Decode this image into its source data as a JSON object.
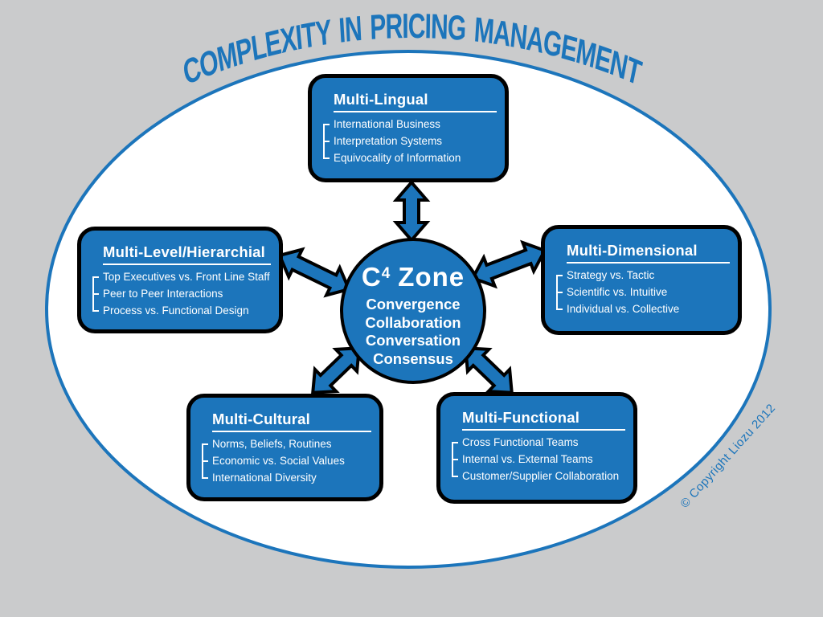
{
  "header": {
    "title": "COMPLEXITY IN PRICING MANAGEMENT"
  },
  "center": {
    "heading_base": "C",
    "heading_sup": "4",
    "heading_rest": "Zone",
    "items": [
      "Convergence",
      "Collaboration",
      "Conversation",
      "Consensus"
    ]
  },
  "boxes": [
    {
      "title": "Multi-Lingual",
      "items": [
        "International Business",
        "Interpretation Systems",
        "Equivocality of Information"
      ]
    },
    {
      "title": "Multi-Level/Hierarchial",
      "items": [
        "Top Executives vs. Front Line Staff",
        "Peer to Peer Interactions",
        "Process vs. Functional Design"
      ]
    },
    {
      "title": "Multi-Dimensional",
      "items": [
        "Strategy vs. Tactic",
        "Scientific vs. Intuitive",
        "Individual vs. Collective"
      ]
    },
    {
      "title": "Multi-Cultural",
      "items": [
        "Norms, Beliefs, Routines",
        "Economic vs. Social Values",
        "International Diversity"
      ]
    },
    {
      "title": "Multi-Functional",
      "items": [
        "Cross Functional Teams",
        "Internal vs. External Teams",
        "Customer/Supplier Collaboration"
      ]
    }
  ],
  "footer": {
    "copyright": "© Copyright Liozu 2012"
  },
  "colors": {
    "accent_blue": "#1c75bb",
    "background_gray": "#cacbcc",
    "ellipse_fill": "#ffffff",
    "box_border": "#000000",
    "text_on_blue": "#ffffff"
  }
}
